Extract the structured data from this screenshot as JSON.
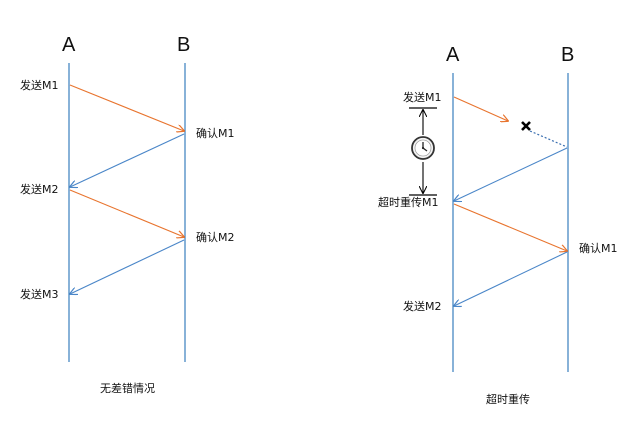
{
  "colors": {
    "timeline": "#3a7fbf",
    "send": "#e8742e",
    "ack": "#4a86c8",
    "text": "#111111",
    "loss_mark": "#000000"
  },
  "left": {
    "node_a": "A",
    "node_b": "B",
    "labels": {
      "send_m1": "发送M1",
      "ack_m1": "确认M1",
      "send_m2": "发送M2",
      "ack_m2": "确认M2",
      "send_m3": "发送M3"
    },
    "caption": "无差错情况"
  },
  "right": {
    "node_a": "A",
    "node_b": "B",
    "labels": {
      "send_m1": "发送M1",
      "retransmit_m1": "超时重传M1",
      "ack_m1": "确认M1",
      "send_m2": "发送M2"
    },
    "caption": "超时重传",
    "icons": {
      "timer": "clock-icon",
      "loss": "cross-icon"
    }
  }
}
